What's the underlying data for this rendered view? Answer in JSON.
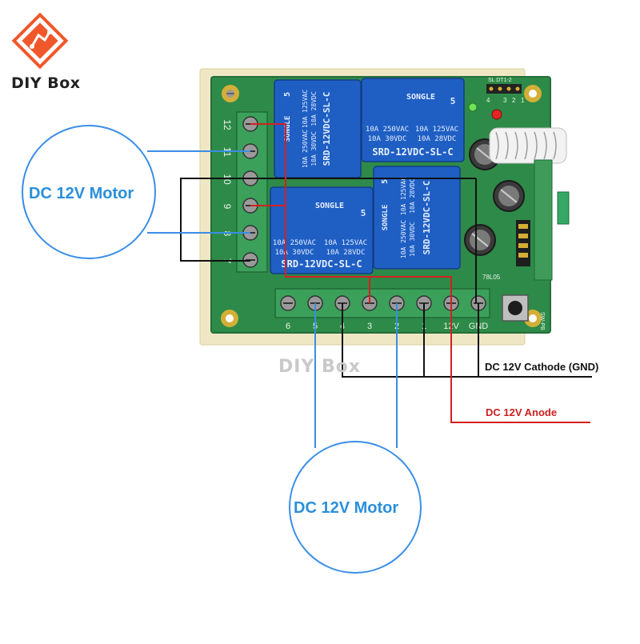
{
  "brand": {
    "name": "DIY Box",
    "logo_color": "#f0572a",
    "watermark": "DIY Box"
  },
  "board": {
    "board_color": "#2e8a48",
    "base_color": "#efe7c4",
    "relays": [
      {
        "brand": "SONGLE",
        "ratings_1": "10A 250VAC",
        "ratings_2": "10A 30VDC",
        "ratings_3": "10A 125VAC",
        "ratings_4": "10A 28VDC",
        "model": "SRD-12VDC-SL-C",
        "pin_mark": "5"
      },
      {
        "brand": "SONGLE",
        "ratings_1": "10A 250VAC",
        "ratings_2": "10A 30VDC",
        "ratings_3": "10A 125VAC",
        "ratings_4": "10A 28VDC",
        "model": "SRD-12VDC-SL-C",
        "pin_mark": "5"
      },
      {
        "brand": "SONGLE",
        "ratings_1": "10A 250VAC",
        "ratings_2": "10A 30VDC",
        "ratings_3": "10A 125VAC",
        "ratings_4": "10A 28VDC",
        "model": "SRD-12VDC-SL-C",
        "pin_mark": "5"
      },
      {
        "brand": "SONGLE",
        "ratings_1": "10A 250VAC",
        "ratings_2": "10A 30VDC",
        "ratings_3": "10A 125VAC",
        "ratings_4": "10A 28VDC",
        "model": "SRD-12VDC-SL-C",
        "pin_mark": "5"
      }
    ],
    "left_terminal_labels": [
      "12",
      "11",
      "10",
      "9",
      "8",
      "7"
    ],
    "bottom_terminal_labels": [
      "6",
      "5",
      "4",
      "3",
      "2",
      "1",
      "12V",
      "GND"
    ],
    "regulator_label": "78L05",
    "button_label": "SW-PB",
    "header_labels": [
      "1",
      "2",
      "3",
      "4"
    ],
    "header_top_label": "SL DT1-2"
  },
  "labels": {
    "motor_left": "DC 12V Motor",
    "motor_bottom": "DC 12V Motor",
    "cathode": "DC 12V Cathode (GND)",
    "anode": "DC 12V Anode"
  },
  "colors": {
    "motor_wire": "#3a8ee6",
    "motor_circle": "#3a8ee6",
    "anode_wire": "#d42020",
    "anode_text": "#cc1f1f",
    "cathode_wire": "#111111",
    "relay_blue": "#1f5fc4"
  }
}
